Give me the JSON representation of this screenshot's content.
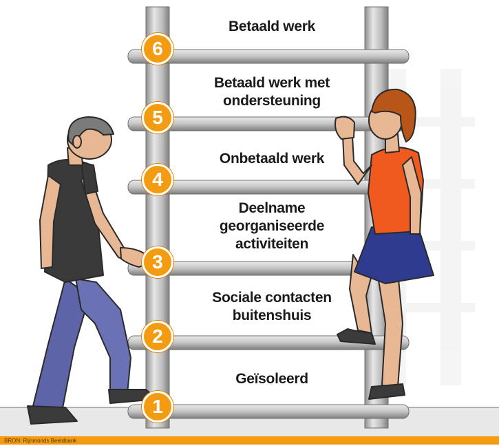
{
  "steps": [
    {
      "number": "1",
      "label": [
        "Geïsoleerd"
      ]
    },
    {
      "number": "2",
      "label": [
        "Sociale contacten",
        "buitenshuis"
      ]
    },
    {
      "number": "3",
      "label": [
        "Deelname",
        "georganiseerde",
        "activiteiten"
      ]
    },
    {
      "number": "4",
      "label": [
        "Onbetaald werk"
      ]
    },
    {
      "number": "5",
      "label": [
        "Betaald werk met",
        "ondersteuning"
      ]
    },
    {
      "number": "6",
      "label": [
        "Betaald werk"
      ]
    }
  ],
  "credit": "BRON: Rijnmonds Beeldbank",
  "colors": {
    "accent": "#f39c12",
    "ladder": "#c9c9c9",
    "ladder_dark": "#8f8f8f",
    "man_shirt": "#3a3a3a",
    "man_jeans": "#5d64a8",
    "woman_top": "#f05a1e",
    "woman_skirt": "#2f3b8f",
    "woman_hair": "#b8561a"
  },
  "icons": [
    "man-climbing-icon",
    "woman-climbing-icon",
    "ladder-icon"
  ]
}
